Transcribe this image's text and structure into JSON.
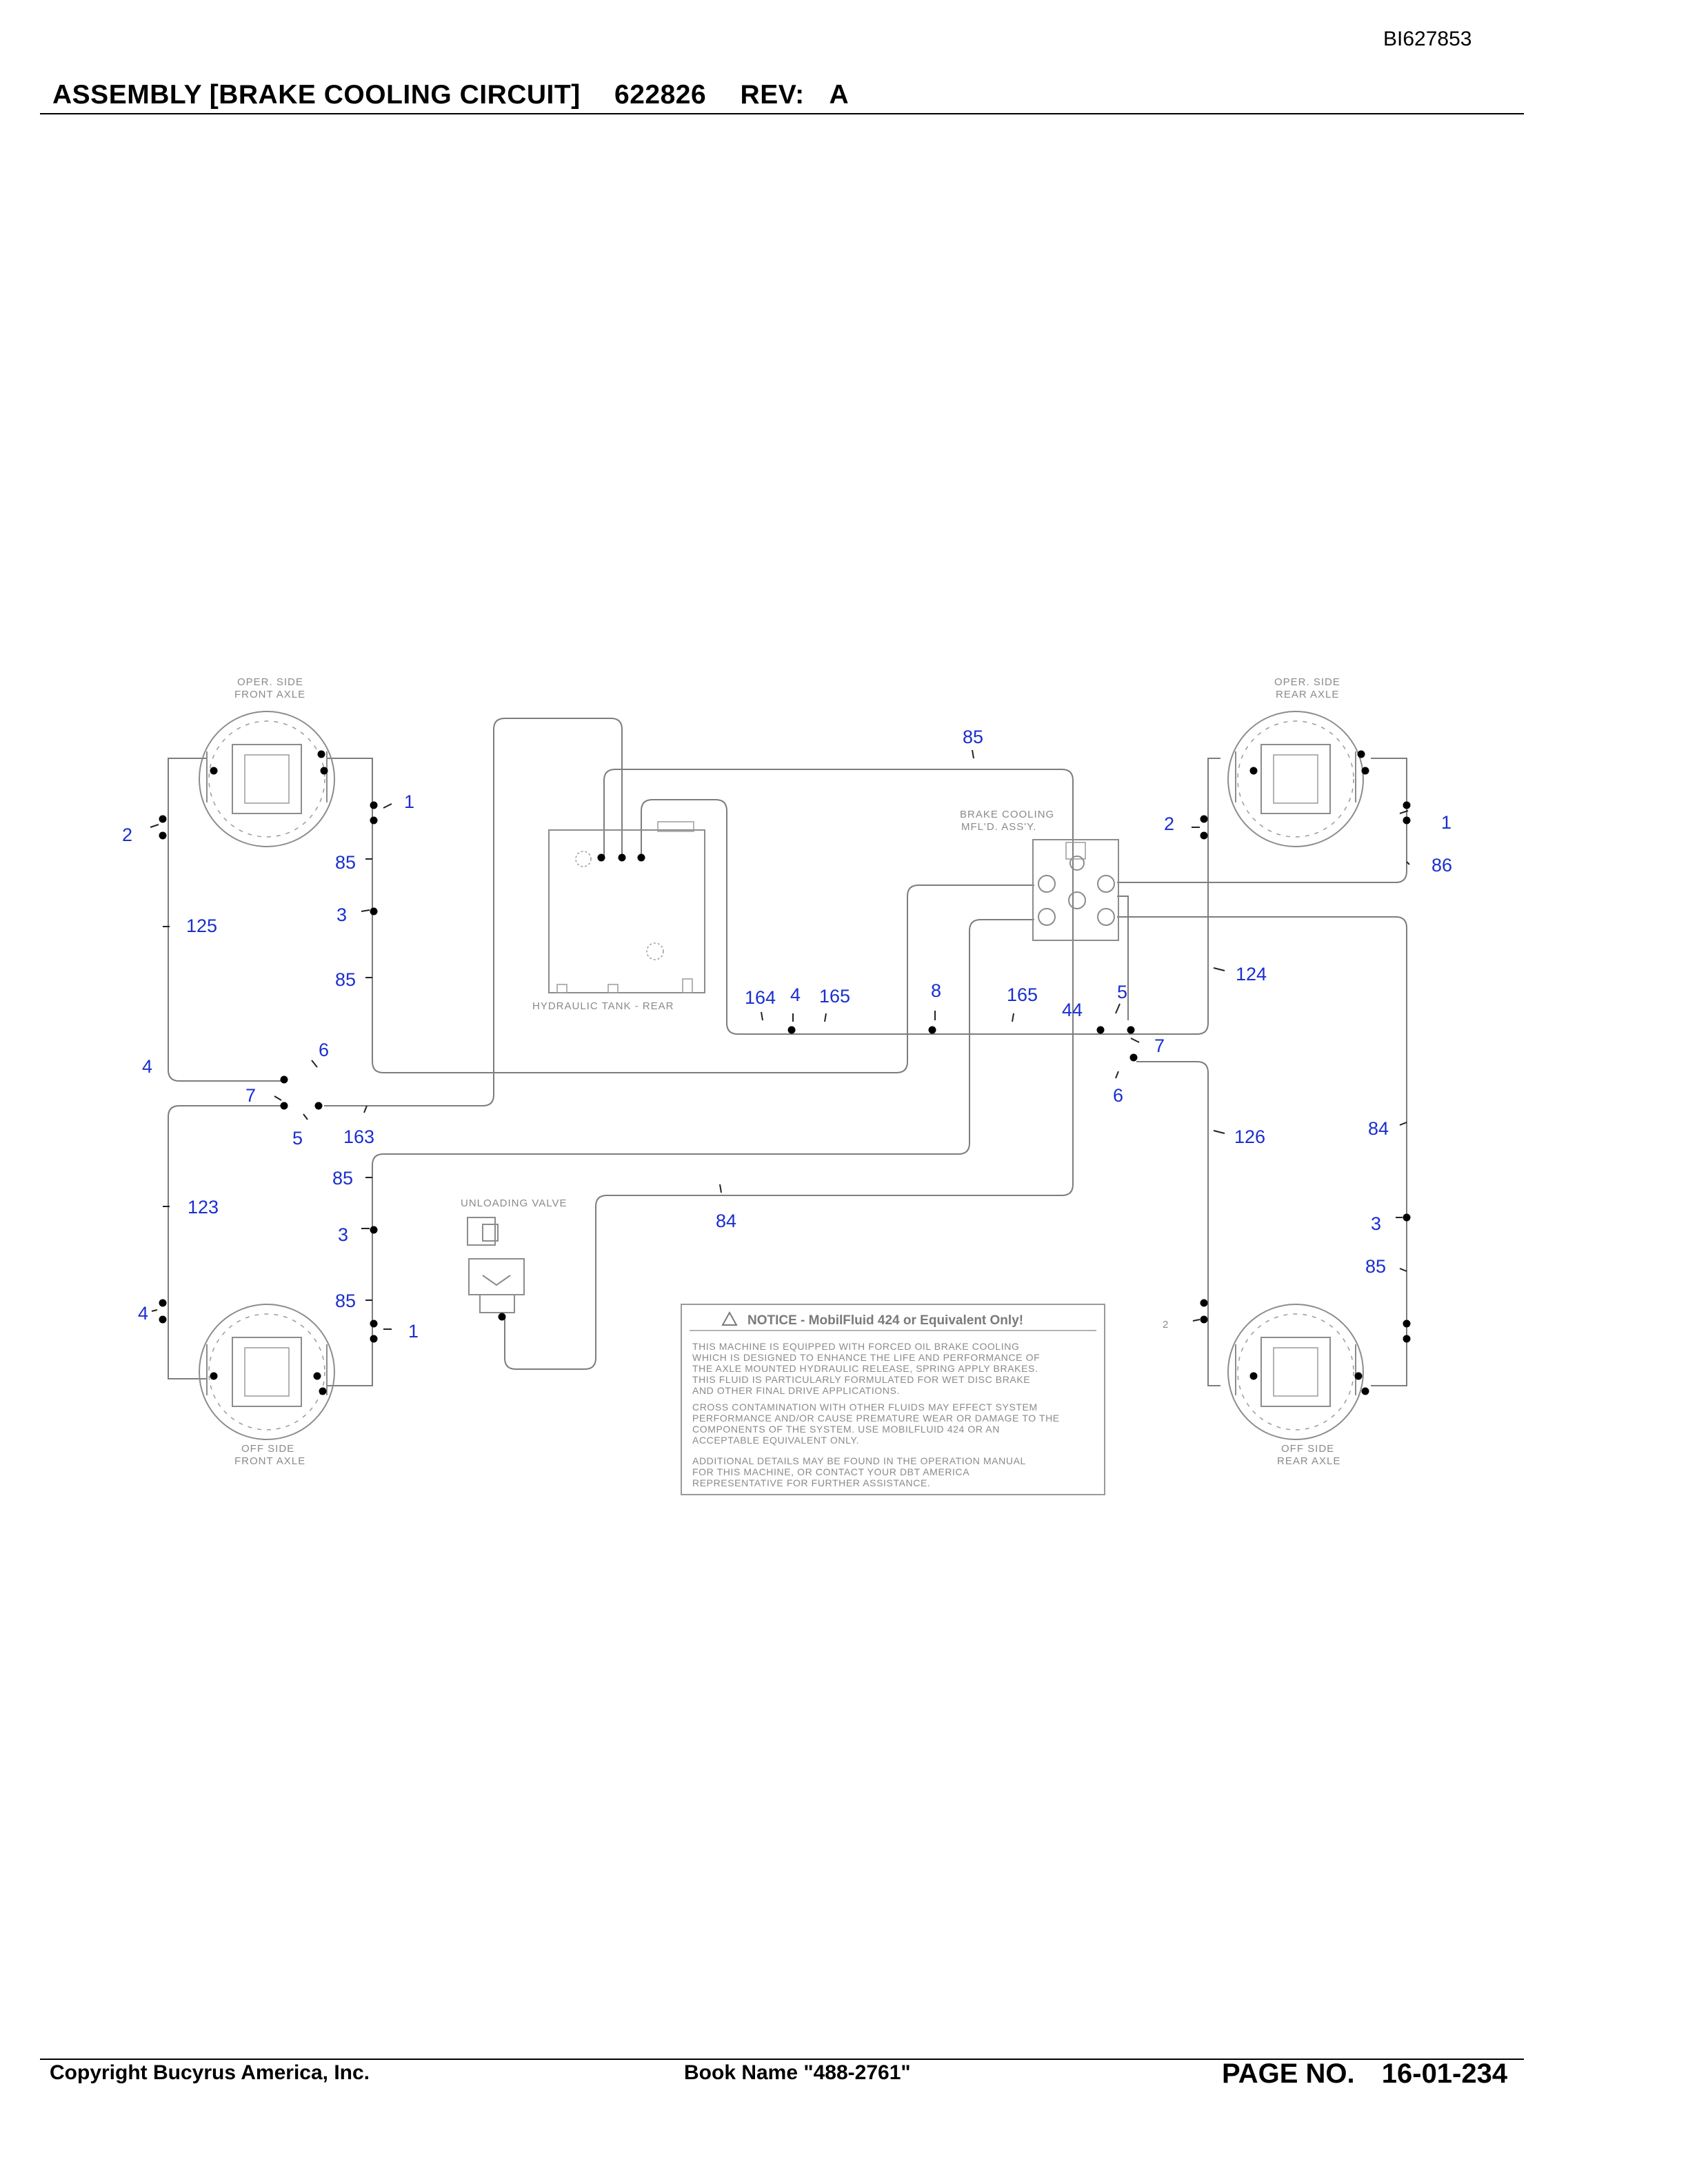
{
  "header": {
    "doc_id": "BI627853",
    "title": "ASSEMBLY [BRAKE COOLING CIRCUIT]",
    "part_number": "622826",
    "rev_label": "REV:",
    "rev_value": "A"
  },
  "footer": {
    "copyright": "Copyright Bucyrus America, Inc.",
    "book_name": "Book Name \"488-2761\"",
    "page_label": "PAGE NO.",
    "page_number": "16-01-234"
  },
  "diagram": {
    "labels": {
      "oper_front_1": "OPER. SIDE",
      "oper_front_2": "FRONT AXLE",
      "oper_rear_1": "OPER. SIDE",
      "oper_rear_2": "REAR AXLE",
      "off_front_1": "OFF SIDE",
      "off_front_2": "FRONT AXLE",
      "off_rear_1": "OFF SIDE",
      "off_rear_2": "REAR AXLE",
      "tank": "HYDRAULIC TANK - REAR",
      "manifold_1": "BRAKE COOLING",
      "manifold_2": "MFL'D. ASS'Y.",
      "unloading": "UNLOADING VALVE"
    },
    "notice": {
      "heading": "NOTICE - MobilFluid 424 or Equivalent Only!",
      "p1": [
        "THIS MACHINE IS EQUIPPED WITH FORCED OIL BRAKE COOLING",
        "WHICH IS DESIGNED TO ENHANCE THE LIFE AND PERFORMANCE OF",
        "THE AXLE MOUNTED HYDRAULIC RELEASE, SPRING APPLY BRAKES.",
        "THIS FLUID IS PARTICULARLY FORMULATED FOR WET DISC BRAKE",
        "AND OTHER FINAL DRIVE APPLICATIONS."
      ],
      "p2": [
        "CROSS CONTAMINATION WITH OTHER FLUIDS MAY EFFECT SYSTEM",
        "PERFORMANCE AND/OR CAUSE PREMATURE WEAR OR DAMAGE TO THE",
        "COMPONENTS OF THE SYSTEM.  USE MOBILFLUID 424 OR AN",
        "ACCEPTABLE EQUIVALENT ONLY."
      ],
      "p3": [
        "ADDITIONAL DETAILS MAY BE FOUND IN THE OPERATION MANUAL",
        "FOR THIS MACHINE, OR CONTACT YOUR DBT AMERICA",
        "REPRESENTATIVE FOR FURTHER ASSISTANCE."
      ]
    },
    "callouts": {
      "c1": "1",
      "c2": "2",
      "c3": "85",
      "c4": "3",
      "c5": "85",
      "c6": "125",
      "c7": "4",
      "c8": "6",
      "c9": "7",
      "c10": "5",
      "c11": "163",
      "c12": "85",
      "c13": "123",
      "c14": "3",
      "c15": "85",
      "c16": "4",
      "c17": "1",
      "c18": "85",
      "c19": "164",
      "c20": "4",
      "c21": "165",
      "c22": "8",
      "c23": "165",
      "c24": "44",
      "c25": "5",
      "c26": "7",
      "c27": "6",
      "c28": "84",
      "c29": "2",
      "c30": "1",
      "c31": "86",
      "c32": "124",
      "c33": "126",
      "c34": "84",
      "c35": "3",
      "c36": "85",
      "c37": "2"
    }
  }
}
